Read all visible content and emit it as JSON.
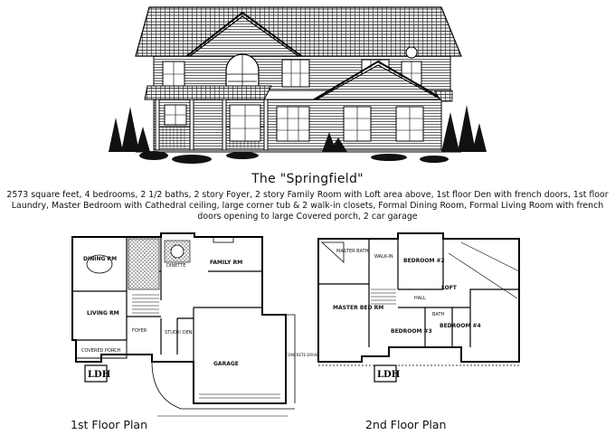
{
  "title": "The \"Springfield\"",
  "description": "2573 square feet, 4 bedrooms, 2 1/2 baths, 2 story Foyer, 2 story Family Room with Loft area above, 1st floor Den with french doors, 1st floor Laundry, Master Bedroom with Cathedral ceiling, large corner tub & 2 walk-in closets, Formal Dining Room, Formal Living Room with french doors opening to large Covered porch, 2 car garage",
  "plans": {
    "first_floor": {
      "caption": "1st Floor Plan",
      "rooms": {
        "dining": "DINING RM",
        "dinette": "DINETTE",
        "family": "FAMILY RM",
        "living": "LIVING RM",
        "foyer": "FOYER",
        "study": "STUDY/ DEN",
        "garage": "GARAGE",
        "porch": "COVERED PORCH",
        "drive": "CONCRETE DRIVE"
      }
    },
    "second_floor": {
      "caption": "2nd Floor Plan",
      "rooms": {
        "master": "MASTER BED RM",
        "master_bath": "MASTER BATH",
        "walkin": "WALK-IN",
        "bedroom2": "BEDROOM #2",
        "bedroom3": "BEDROOM #3",
        "bedroom4": "BEDROOM #4",
        "loft": "LOFT",
        "hall": "HALL",
        "bath": "BATH"
      }
    }
  },
  "logos": [
    "LDH",
    "LDH"
  ]
}
